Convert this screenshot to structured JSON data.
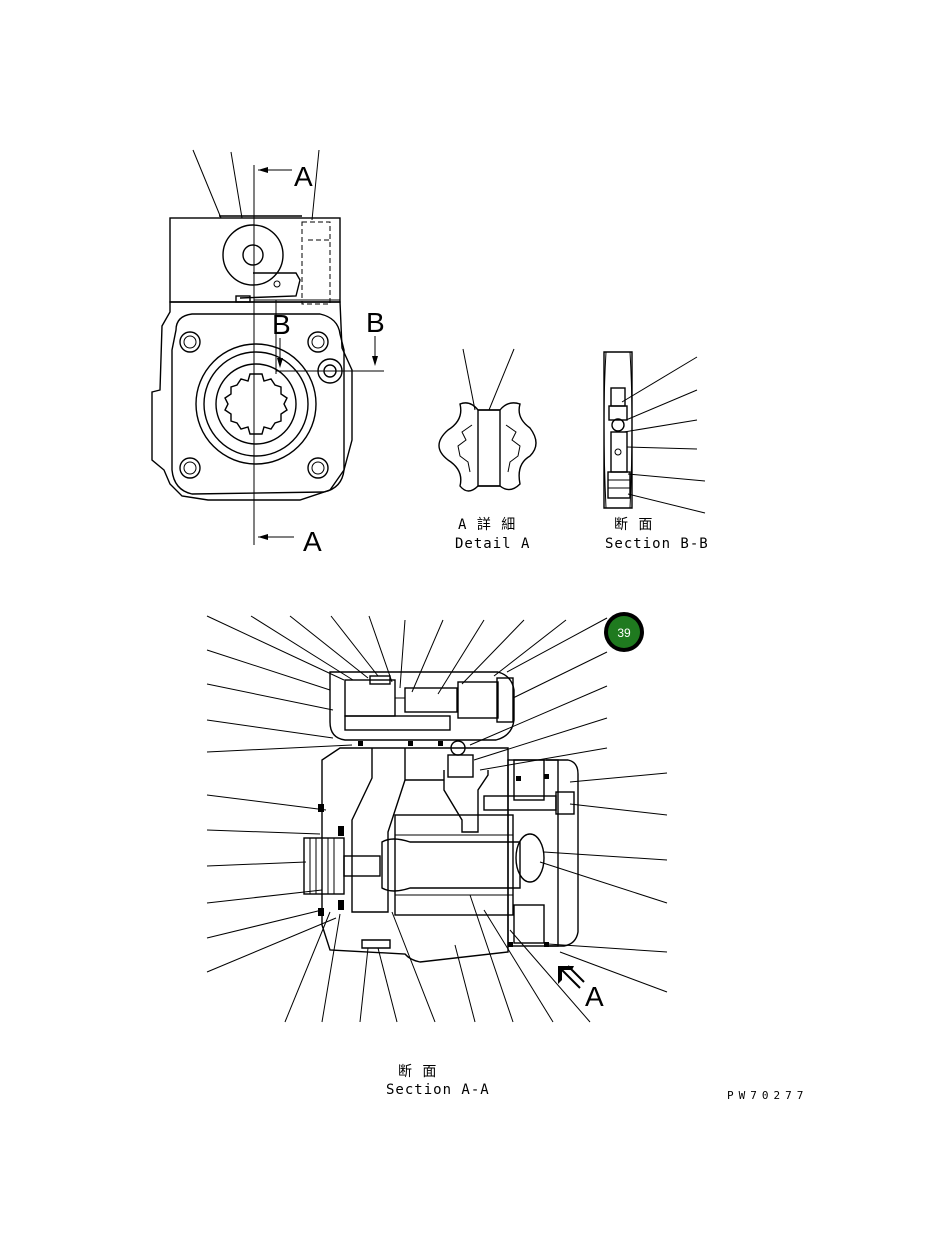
{
  "views": {
    "front": {
      "section_marker_a_top": "A",
      "section_marker_a_bottom": "A",
      "section_marker_b_left": "B",
      "section_marker_b_right": "B"
    },
    "detail_a": {
      "caption_jp": "A 詳 細",
      "caption_en": "Detail A"
    },
    "section_bb": {
      "caption_jp": "断 面",
      "caption_en": "Section B-B"
    },
    "section_aa": {
      "caption_jp": "断 面",
      "caption_en": "Section A-A",
      "view_arrow_label": "A"
    }
  },
  "badge": {
    "number": "39",
    "color": "#1f7a1f"
  },
  "drawing_number": "PW70277"
}
